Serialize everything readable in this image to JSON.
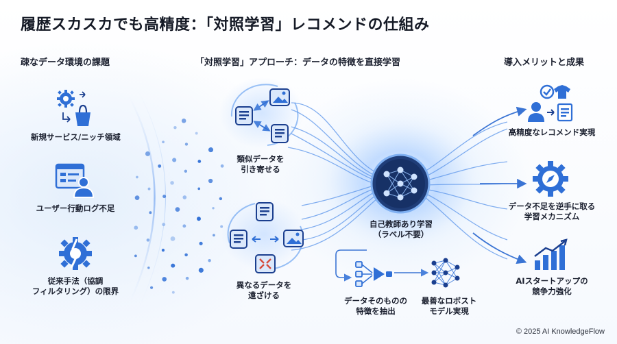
{
  "title": "履歴スカスカでも高精度：「対照学習」レコメンドの仕組み",
  "left": {
    "header": "疎なデータ環境の課題",
    "items": [
      {
        "label": "新規サービス/ニッチ領域",
        "icon": "gear-shopping-bag-icon"
      },
      {
        "label": "ユーザー行動ログ不足",
        "icon": "user-profile-icon"
      },
      {
        "label": "従来手法（協調\nフィルタリング）の限界",
        "icon": "broken-gear-icon"
      }
    ]
  },
  "center": {
    "header": "「対照学習」アプローチ：データの特徴を直接学習",
    "similar_label": "類似データを\n引き寄せる",
    "different_label": "異なるデータを\n遠ざける",
    "core_label": "自己教師あり学習\n（ラベル不要）",
    "extract_label": "データそのものの\n特徴を抽出",
    "robust_label": "最善なロボスト\nモデル実現"
  },
  "right": {
    "header": "導入メリットと成果",
    "items": [
      {
        "label": "高精度なレコメンド実現",
        "icon": "user-recommend-icon"
      },
      {
        "label": "データ不足を逆手に取る\n学習メカニズム",
        "icon": "compass-gear-icon"
      },
      {
        "label": "AIスタートアップの\n競争力強化",
        "icon": "growth-chart-icon"
      }
    ]
  },
  "footer": {
    "copyright": "© 2025 AI KnowledgeFlow"
  },
  "colors": {
    "primary": "#2f6fd6",
    "dark": "#1b3f8f",
    "accent": "#4f8ff0",
    "light": "#dbe8fb"
  }
}
